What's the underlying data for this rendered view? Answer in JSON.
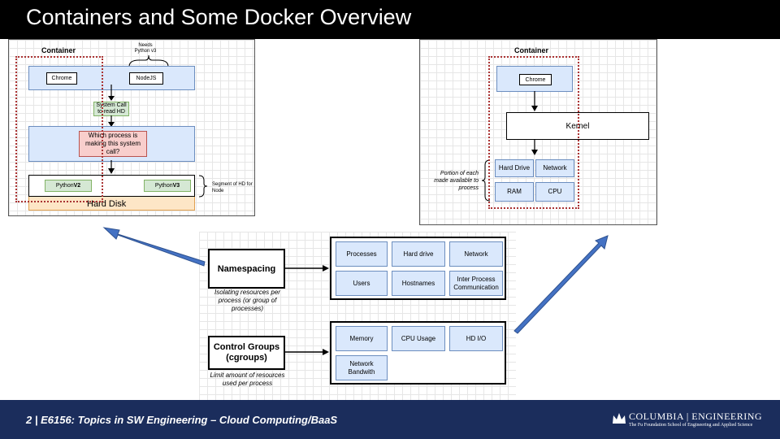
{
  "slide": {
    "title": "Containers and Some Docker Overview",
    "footer": "2 | E6156: Topics in SW Engineering – Cloud Computing/BaaS",
    "logo_main": "COLUMBIA | ENGINEERING",
    "logo_sub": "The Fu Foundation School of Engineering and Applied Science",
    "arrow_color": "#4472c4"
  },
  "left_diagram": {
    "container_label": "Container",
    "needs_label": "Needs\nPython v3",
    "chrome": "Chrome",
    "nodejs": "NodeJS",
    "syscall": "System Call to read HD",
    "which_process": "Which process is making this system call?",
    "python_v2_prefix": "Python ",
    "python_v2_bold": "V2",
    "python_v3_prefix": "Python ",
    "python_v3_bold": "V3",
    "segment": "Segment of HD for Node",
    "hard_disk": "Hard Disk"
  },
  "right_diagram": {
    "container_label": "Container",
    "chrome": "Chrome",
    "kernel": "Kernel",
    "hard_drive": "Hard Drive",
    "network": "Network",
    "ram": "RAM",
    "cpu": "CPU",
    "portion": "Portion of each made available to process"
  },
  "center_diagram": {
    "namespacing": "Namespacing",
    "namespacing_desc": "Isolating resources per process (or group of processes)",
    "namespace_items": [
      "Processes",
      "Hard drive",
      "Network",
      "Users",
      "Hostnames",
      "Inter Process Communication"
    ],
    "cgroups": "Control Groups (cgroups)",
    "cgroups_desc": "Limit amount of resources used per process",
    "cgroup_items": [
      "Memory",
      "CPU Usage",
      "HD I/O",
      "Network Bandwith"
    ]
  }
}
